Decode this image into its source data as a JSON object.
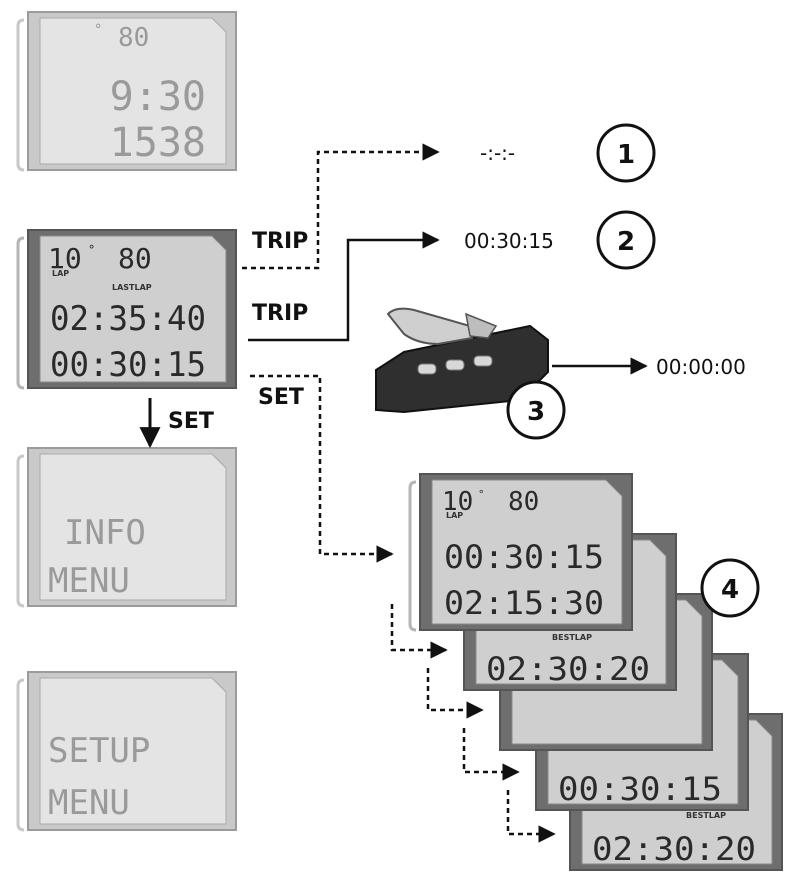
{
  "screen_top": {
    "unit_mark": "°",
    "value_top": "80",
    "value_mid": "9:30",
    "value_bot": "1538"
  },
  "screen_main": {
    "temp": "10",
    "unit_mark": "°",
    "lap_label": "LAP",
    "value_right": "80",
    "lastlap_label": "LASTLAP",
    "value_mid": "02:35:40",
    "value_bot": "00:30:15"
  },
  "screen_info": {
    "line1": "INFO",
    "line2": "MENU"
  },
  "screen_setup": {
    "line1": "SETUP",
    "line2": "MENU"
  },
  "labels": {
    "trip_1": "TRIP",
    "trip_2": "TRIP",
    "set_right": "SET",
    "set_down": "SET"
  },
  "results": {
    "r1": "-:-:-",
    "r2": "00:30:15",
    "r3": "00:00:00"
  },
  "steps": {
    "s1": "1",
    "s2": "2",
    "s3": "3",
    "s4": "4"
  },
  "stack": {
    "card1": {
      "temp": "10",
      "unit_mark": "°",
      "lap_label": "LAP",
      "value_right": "80",
      "value_mid": "00:30:15",
      "value_bot": "02:15:30"
    },
    "card2": {
      "bestlap_label": "BESTLAP",
      "value_bot": "02:30:20"
    },
    "card4": {
      "value_mid": "00:30:15"
    },
    "card5": {
      "bestlap_label": "BESTLAP",
      "value_bot": "02:30:20"
    }
  }
}
